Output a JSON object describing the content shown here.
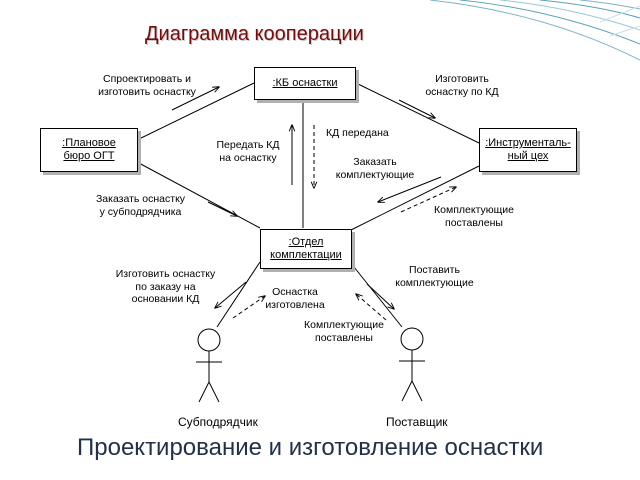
{
  "title": "Диаграмма кооперации",
  "objects": {
    "kb": ":КБ оснастки",
    "ogt": ":Плановое\nбюро ОГТ",
    "tool": ":Инструменталь-\nный цех",
    "otdel": ":Отдел\nкомплектации"
  },
  "messages": {
    "m1": "Спроектировать и\nизготовить оснастку",
    "m2": "Изготовить\nоснастку по КД",
    "m3": "Передать КД\nна оснастку",
    "m4": "КД передана",
    "m5": "Заказать\nкомплектующие",
    "m6": "Комплектующие\nпоставлены",
    "m7": "Заказать оснастку\nу субподрядчика",
    "m8": "Изготовить оснастку\nпо заказу на\nосновании КД",
    "m9": "Оснастка\nизготовлена",
    "m10": "Поставить\nкомплектующие",
    "m11": "Комплектующие\nпоставлены"
  },
  "actors": {
    "sub": "Субподрядчик",
    "supplier": "Поставщик"
  },
  "footer": "Проектирование и изготовление оснастки",
  "colors": {
    "title": "#7a0a0a",
    "footer": "#22314a",
    "corner_accent": "#5aa0b8"
  }
}
